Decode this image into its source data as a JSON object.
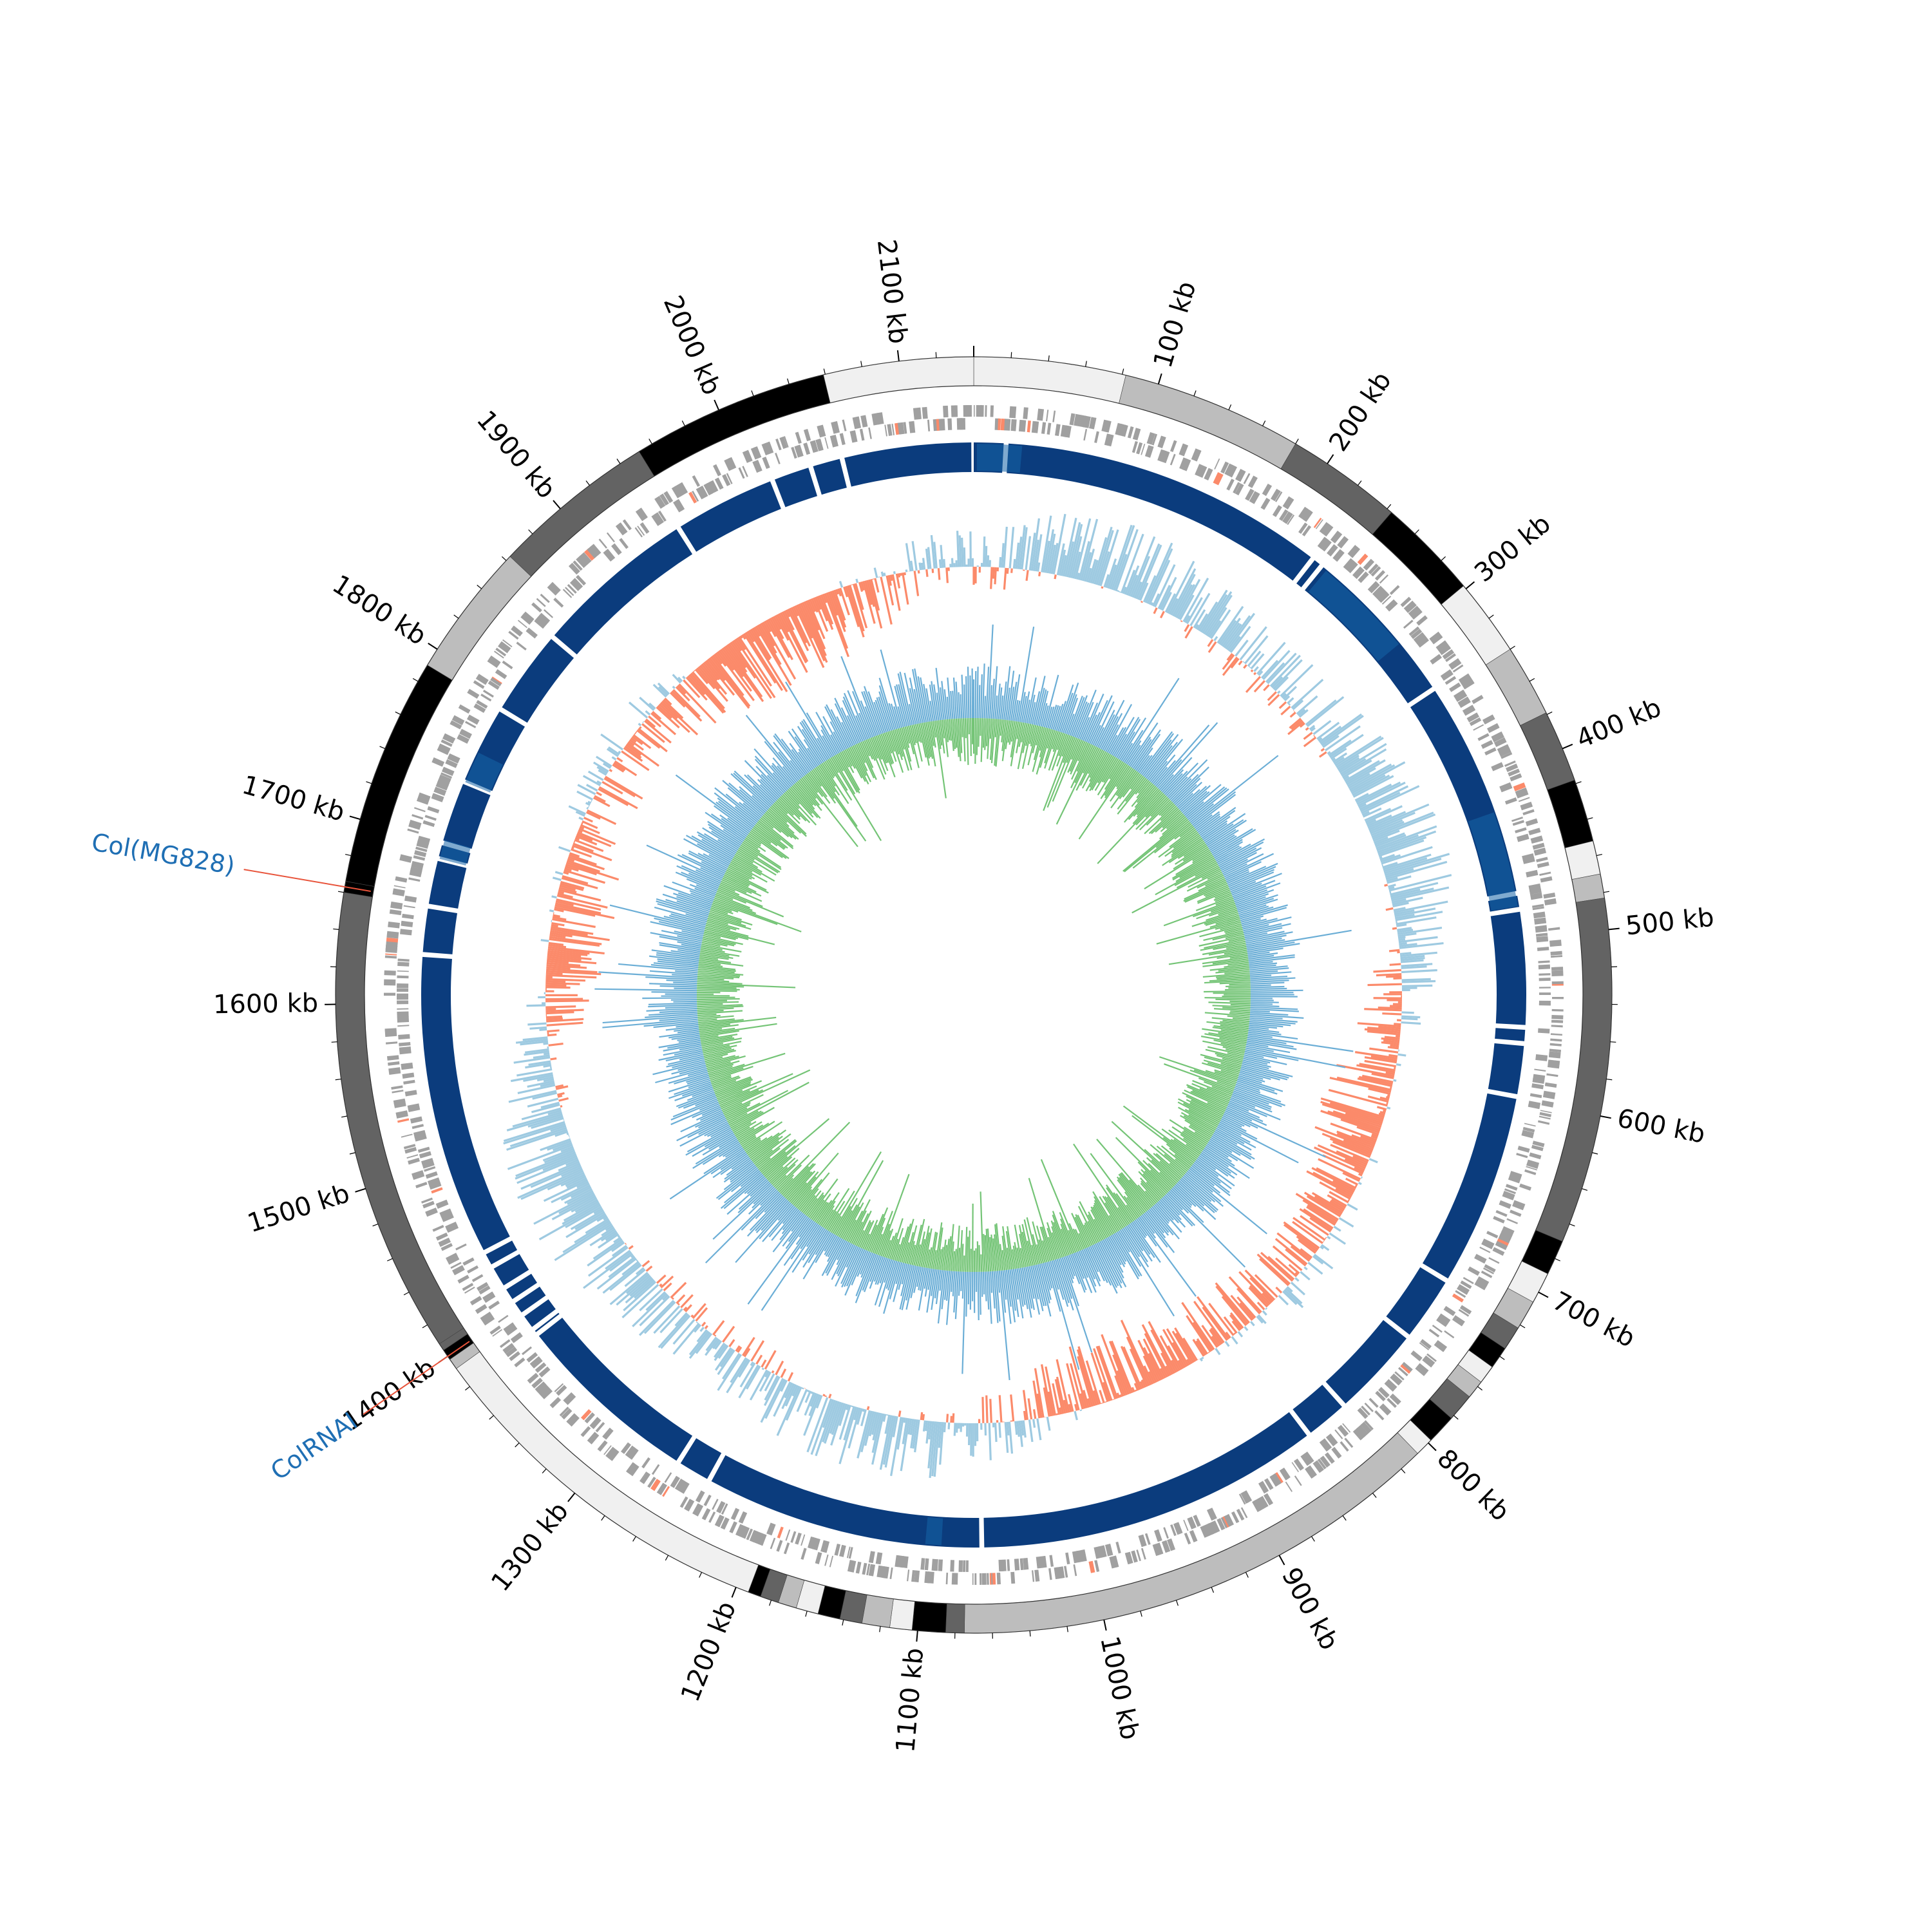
{
  "figure": {
    "genome_length_kb": 2140,
    "position_labels": [
      "100 kb",
      "200 kb",
      "300 kb",
      "400 kb",
      "500 kb",
      "600 kb",
      "700 kb",
      "800 kb",
      "900 kb",
      "1000 kb",
      "1100 kb",
      "1200 kb",
      "1300 kb",
      "1400 kb",
      "1500 kb",
      "1600 kb",
      "1700 kb",
      "1800 kb",
      "1900 kb",
      "2000 kb",
      "2100 kb"
    ],
    "contig_bands_kb": [
      {
        "start": 0,
        "end": 82,
        "shade": "#f0f0f0"
      },
      {
        "start": 82,
        "end": 180,
        "shade": "#bdbdbd"
      },
      {
        "start": 180,
        "end": 243,
        "shade": "#636363"
      },
      {
        "start": 243,
        "end": 298,
        "shade": "#000000"
      },
      {
        "start": 298,
        "end": 340,
        "shade": "#f0f0f0"
      },
      {
        "start": 340,
        "end": 379,
        "shade": "#bdbdbd"
      },
      {
        "start": 379,
        "end": 418,
        "shade": "#636363"
      },
      {
        "start": 418,
        "end": 452,
        "shade": "#000000"
      },
      {
        "start": 452,
        "end": 470,
        "shade": "#f0f0f0"
      },
      {
        "start": 470,
        "end": 483,
        "shade": "#bdbdbd"
      },
      {
        "start": 483,
        "end": 670,
        "shade": "#636363"
      },
      {
        "start": 670,
        "end": 689,
        "shade": "#000000"
      },
      {
        "start": 689,
        "end": 706,
        "shade": "#f0f0f0"
      },
      {
        "start": 706,
        "end": 722,
        "shade": "#bdbdbd"
      },
      {
        "start": 722,
        "end": 735,
        "shade": "#636363"
      },
      {
        "start": 735,
        "end": 747,
        "shade": "#000000"
      },
      {
        "start": 747,
        "end": 757,
        "shade": "#f0f0f0"
      },
      {
        "start": 757,
        "end": 767,
        "shade": "#bdbdbd"
      },
      {
        "start": 767,
        "end": 782,
        "shade": "#636363"
      },
      {
        "start": 782,
        "end": 798,
        "shade": "#000000"
      },
      {
        "start": 798,
        "end": 808,
        "shade": "#f0f0f0"
      },
      {
        "start": 808,
        "end": 1075,
        "shade": "#bdbdbd"
      },
      {
        "start": 1075,
        "end": 1085,
        "shade": "#636363"
      },
      {
        "start": 1085,
        "end": 1103,
        "shade": "#000000"
      },
      {
        "start": 1103,
        "end": 1115,
        "shade": "#f0f0f0"
      },
      {
        "start": 1115,
        "end": 1130,
        "shade": "#bdbdbd"
      },
      {
        "start": 1130,
        "end": 1142,
        "shade": "#636363"
      },
      {
        "start": 1142,
        "end": 1154,
        "shade": "#000000"
      },
      {
        "start": 1154,
        "end": 1166,
        "shade": "#f0f0f0"
      },
      {
        "start": 1166,
        "end": 1176,
        "shade": "#bdbdbd"
      },
      {
        "start": 1176,
        "end": 1186,
        "shade": "#636363"
      },
      {
        "start": 1186,
        "end": 1193,
        "shade": "#000000"
      },
      {
        "start": 1193,
        "end": 1392,
        "shade": "#f0f0f0"
      },
      {
        "start": 1392,
        "end": 1398,
        "shade": "#bdbdbd"
      },
      {
        "start": 1398,
        "end": 1404,
        "shade": "#000000"
      },
      {
        "start": 1404,
        "end": 1408,
        "shade": "#636363"
      },
      {
        "start": 1408,
        "end": 1660,
        "shade": "#636363"
      },
      {
        "start": 1660,
        "end": 1666,
        "shade": "#000000"
      },
      {
        "start": 1666,
        "end": 1790,
        "shade": "#000000"
      },
      {
        "start": 1790,
        "end": 1863,
        "shade": "#bdbdbd"
      },
      {
        "start": 1863,
        "end": 1952,
        "shade": "#636363"
      },
      {
        "start": 1952,
        "end": 2059,
        "shade": "#000000"
      },
      {
        "start": 2059,
        "end": 2140,
        "shade": "#f0f0f0"
      }
    ],
    "plasmid_labels": [
      {
        "text": "Col(MG828)",
        "position_kb": 1663,
        "color": "#1f6fb4"
      },
      {
        "text": "ColRNAI",
        "position_kb": 1400,
        "color": "#1f6fb4"
      }
    ],
    "colors": {
      "gene_features": "#a0a0a0",
      "homology_ring": "#0b3c7d",
      "homology_ring_light": "#1565a8",
      "gc_content_positive": "#9ecae1",
      "gc_content_negative": "#fb8a6a",
      "gc_skew_blue": "#6baed6",
      "gc_skew_green": "#74c476",
      "pointer_line": "#e8533a"
    }
  }
}
